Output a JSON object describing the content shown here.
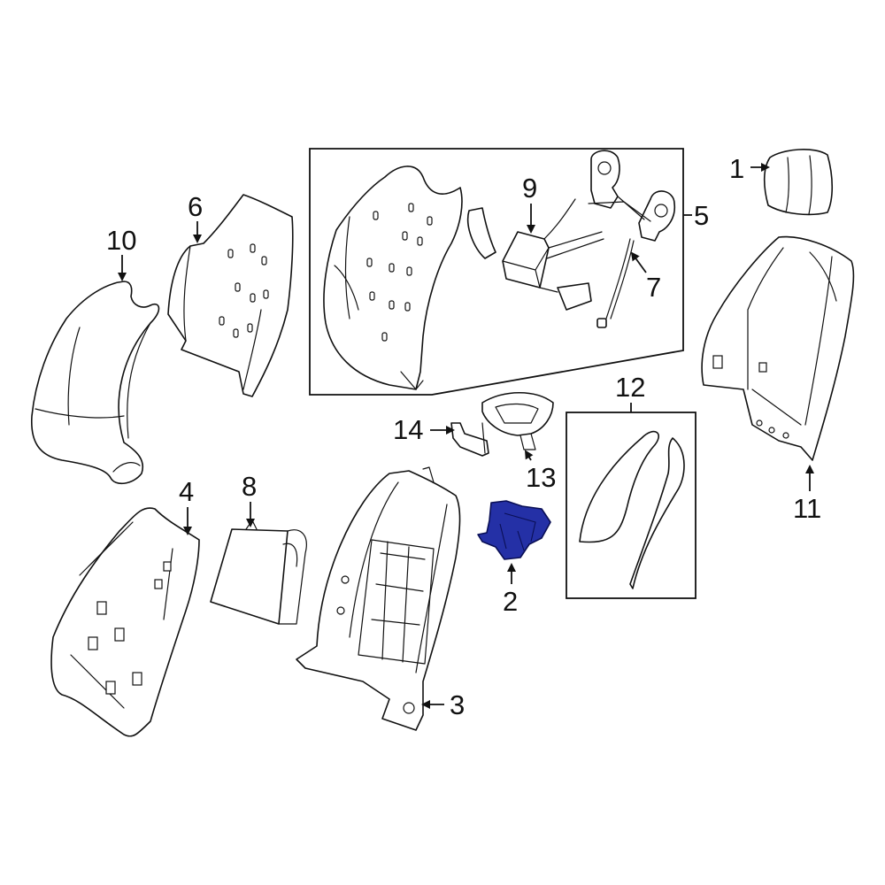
{
  "diagram": {
    "highlight_color": "#2430a6",
    "line_color": "#111111",
    "background": "#ffffff",
    "callouts": [
      {
        "id": "1",
        "label": "1"
      },
      {
        "id": "2",
        "label": "2"
      },
      {
        "id": "3",
        "label": "3"
      },
      {
        "id": "4",
        "label": "4"
      },
      {
        "id": "5",
        "label": "5"
      },
      {
        "id": "6",
        "label": "6"
      },
      {
        "id": "7",
        "label": "7"
      },
      {
        "id": "8",
        "label": "8"
      },
      {
        "id": "9",
        "label": "9"
      },
      {
        "id": "10",
        "label": "10"
      },
      {
        "id": "11",
        "label": "11"
      },
      {
        "id": "12",
        "label": "12"
      },
      {
        "id": "13",
        "label": "13"
      },
      {
        "id": "14",
        "label": "14"
      }
    ]
  }
}
